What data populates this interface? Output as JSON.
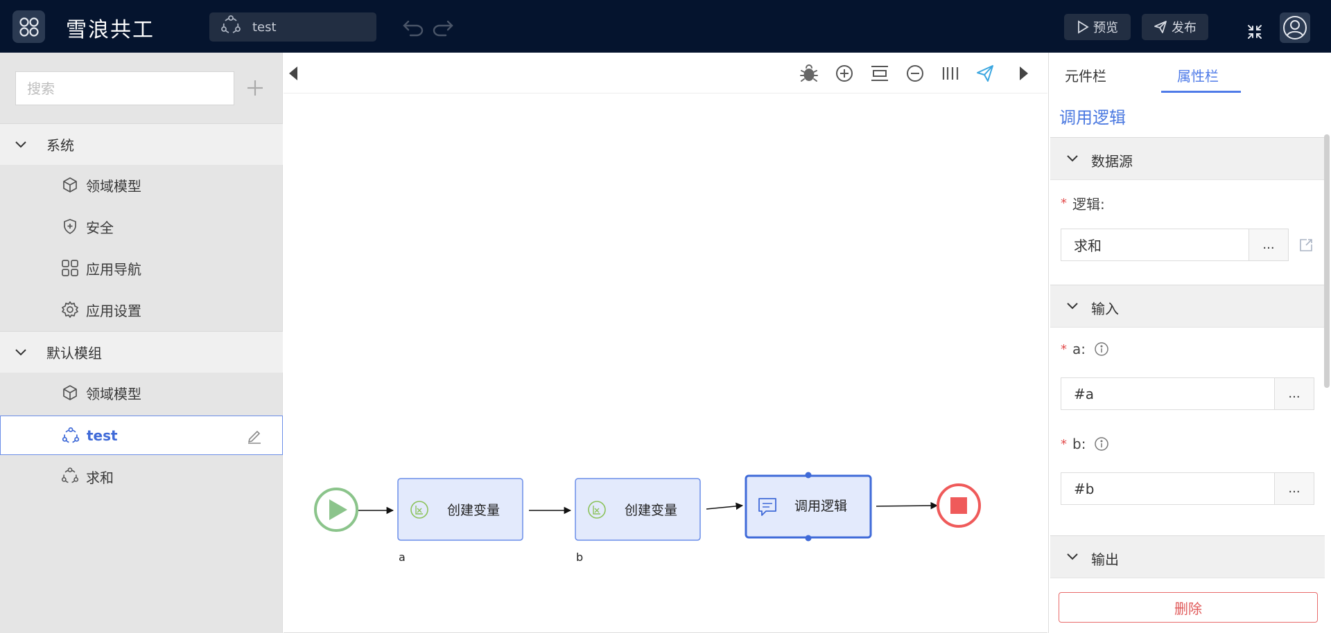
{
  "header": {
    "app_title": "雪浪共工",
    "document_name": "test",
    "preview_label": "预览",
    "publish_label": "发布",
    "icons": {
      "logo": "app-grid-icon",
      "document": "flow-icon",
      "undo": "undo-icon",
      "redo": "redo-icon",
      "fullscreen": "fullscreen-icon",
      "user": "user-avatar-icon"
    }
  },
  "sidebar": {
    "search_placeholder": "搜索",
    "groups": [
      {
        "label": "系统",
        "items": [
          {
            "label": "领域模型",
            "icon": "cube-icon"
          },
          {
            "label": "安全",
            "icon": "shield-icon"
          },
          {
            "label": "应用导航",
            "icon": "grid-icon"
          },
          {
            "label": "应用设置",
            "icon": "gear-icon"
          }
        ]
      },
      {
        "label": "默认模组",
        "items": [
          {
            "label": "领域模型",
            "icon": "cube-icon"
          },
          {
            "label": "test",
            "icon": "flow-icon",
            "active": true
          },
          {
            "label": "求和",
            "icon": "flow-icon"
          }
        ]
      }
    ]
  },
  "canvas": {
    "toolbar_icons": [
      "collapse-left-icon",
      "debug-bug-icon",
      "zoom-in-icon",
      "fit-view-icon",
      "zoom-out-icon",
      "align-icon",
      "send-icon",
      "collapse-right-icon"
    ],
    "nodes": [
      {
        "type": "start",
        "icon": "play-icon"
      },
      {
        "type": "task",
        "label": "创建变量",
        "caption": "a",
        "icon": "create-variable-icon"
      },
      {
        "type": "task",
        "label": "创建变量",
        "caption": "b",
        "icon": "create-variable-icon"
      },
      {
        "type": "task",
        "label": "调用逻辑",
        "caption": "",
        "icon": "chat-icon",
        "selected": true
      },
      {
        "type": "end",
        "icon": "stop-icon"
      }
    ],
    "colors": {
      "node_fill": "#e3eafc",
      "node_border": "#6a8de8",
      "start": "#8bc48b",
      "end": "#ef5a5a"
    }
  },
  "panel": {
    "tabs": [
      {
        "label": "元件栏",
        "active": false
      },
      {
        "label": "属性栏",
        "active": true
      }
    ],
    "title": "调用逻辑",
    "sections": {
      "datasource": "数据源",
      "input": "输入",
      "output": "输出"
    },
    "logic": {
      "label": "逻辑:",
      "value": "求和",
      "more": "..."
    },
    "inputs": [
      {
        "label": "a:",
        "value": "#a",
        "more": "..."
      },
      {
        "label": "b:",
        "value": "#b",
        "more": "..."
      }
    ],
    "delete_label": "删除",
    "accent_color": "#4f7be8"
  }
}
